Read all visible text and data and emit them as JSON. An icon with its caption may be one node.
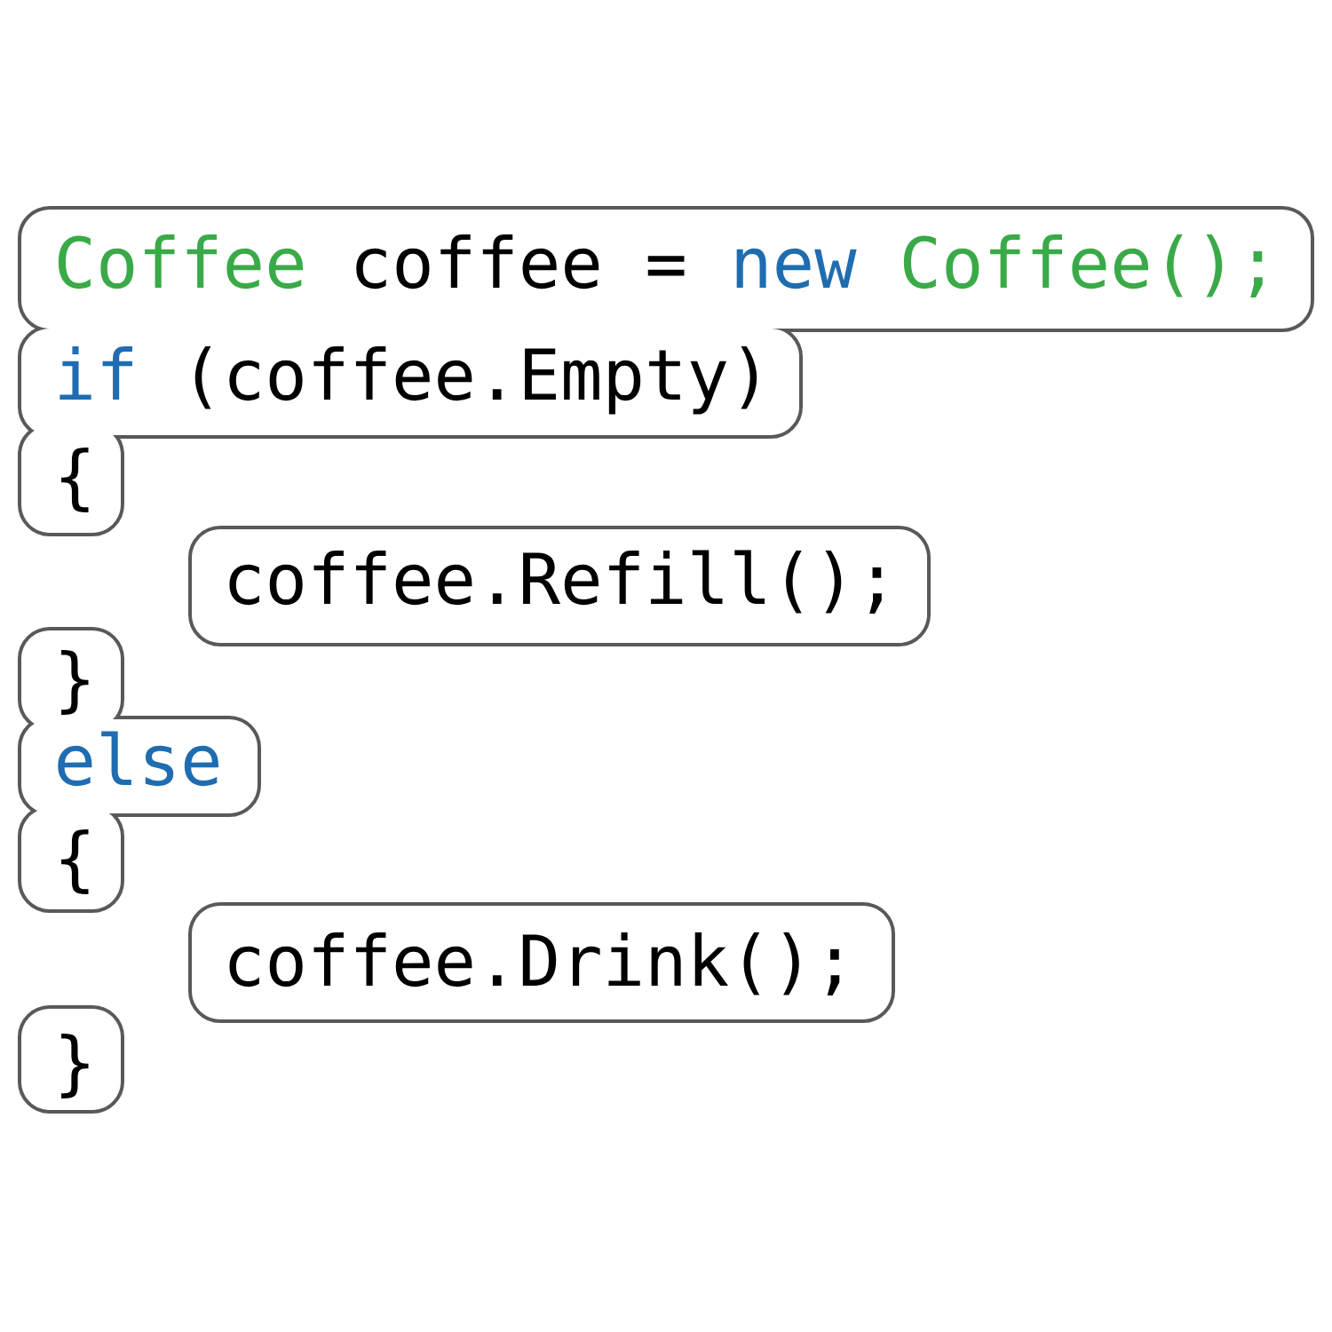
{
  "diagram": {
    "labels": [
      "Coffee",
      "coffee =",
      "new",
      "Coffee();",
      "if",
      "(coffee.Empty)",
      "{",
      "coffee.Refill();",
      "}",
      "else",
      "{",
      "coffee.Drink();",
      "}"
    ]
  }
}
